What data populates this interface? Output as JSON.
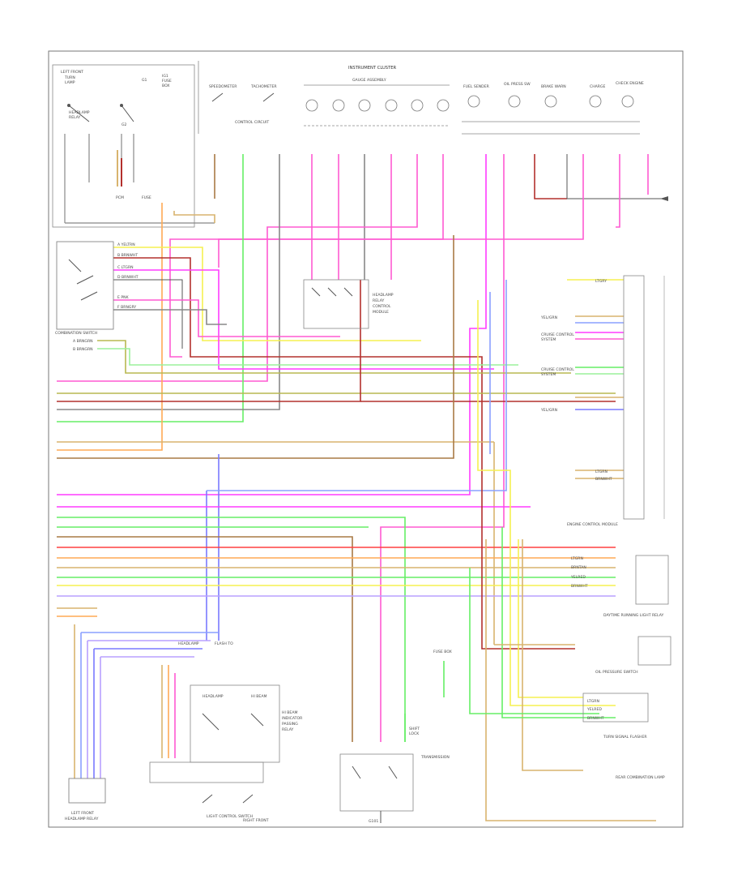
{
  "diagram": {
    "frame_tag": "",
    "labels": {
      "instrument_cluster": "INSTRUMENT CLUSTER",
      "speedometer": "SPEEDOMETER",
      "tachometer": "TACHOMETER",
      "control_circuit": "CONTROL CIRCUIT",
      "gauge_assembly": "GAUGE ASSEMBLY",
      "fuel_sender": "FUEL SENDER",
      "oil_press": "OIL PRESS SW",
      "brake_warn": "BRAKE WARN",
      "charge": "CHARGE",
      "check_engine": "CHECK ENGINE",
      "combined_switch": "COMBINATION SWITCH",
      "headlamp_relay": "HEADLAMP RELAY",
      "daytime_running": "DAYTIME RUNNING LIGHT RELAY",
      "engine_computer": "ENGINE CONTROL MODULE",
      "transmission": "TRANSMISSION",
      "pressure_switch": "OIL PRESSURE SWITCH",
      "turn_signal": "TURN SIGNAL FLASHER",
      "fuse_box": "FUSE BOX",
      "ground": "G101",
      "left_front": "LEFT FRONT",
      "right_front": "RIGHT FRONT",
      "light_switch": "LIGHT CONTROL SWITCH",
      "rear": "REAR COMBINATION LAMP"
    },
    "wire_colors": {
      "pink": "#ff5ad2",
      "magenta": "#ff3cff",
      "green": "#66ee66",
      "yellow": "#f5f050",
      "orange": "#ffaa55",
      "tan": "#d8b46e",
      "brown": "#a87a45",
      "darkred": "#b3302d",
      "blue": "#7a7aff",
      "lightblue": "#8aa0ff",
      "red": "#ff4040",
      "lgreen": "#9cf09c",
      "lavender": "#b8a0ff",
      "olive": "#b8b850"
    }
  }
}
